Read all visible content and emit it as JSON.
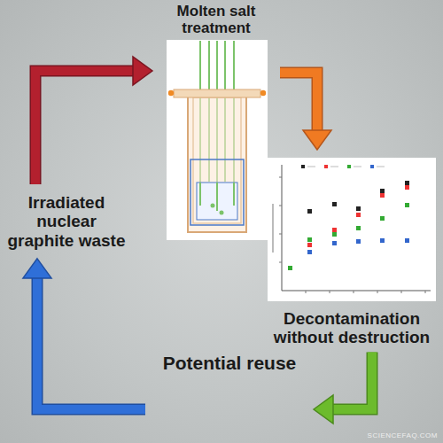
{
  "diagram": {
    "nodes": [
      {
        "text": [
          "Molten salt treatment"
        ]
      },
      {
        "text": [
          "Decontamination without destruction"
        ]
      },
      {
        "text": [
          "Potential reuse"
        ]
      },
      {
        "text": [
          "Irradiated nuclear graphite waste"
        ]
      }
    ],
    "edges": [
      {
        "from": 3,
        "to": 0,
        "arrow": "to"
      },
      {
        "from": 0,
        "to": 1,
        "arrow": "to"
      },
      {
        "from": 1,
        "to": 2,
        "arrow": "to"
      },
      {
        "from": 2,
        "to": 3,
        "arrow": "to"
      }
    ],
    "labels": [
      "SCIENCEFAQ.COM"
    ]
  }
}
